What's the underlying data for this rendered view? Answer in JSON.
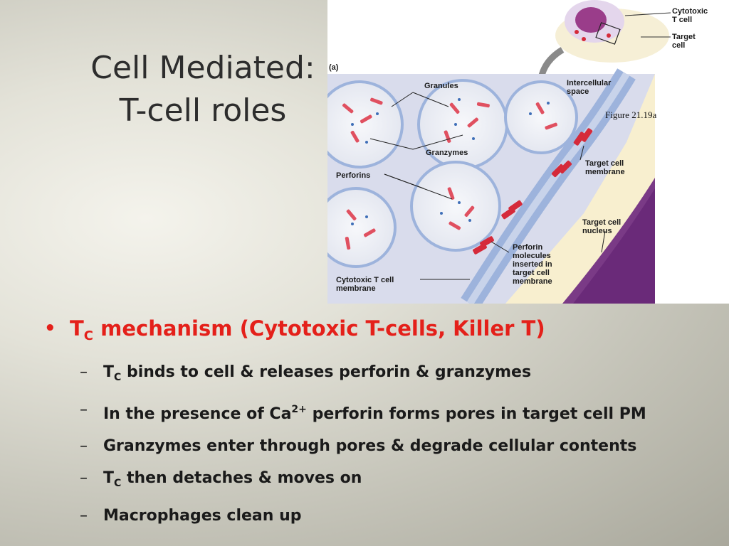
{
  "slide": {
    "title_line1": "Cell Mediated:",
    "title_line2": "T-cell roles"
  },
  "figure": {
    "caption": "Figure 21.19a",
    "panel_label": "(a)",
    "labels": {
      "cytotoxic_t_cell": [
        "Cytotoxic",
        "T cell"
      ],
      "target_cell": [
        "Target",
        "cell"
      ],
      "granules": "Granules",
      "intercellular_space": [
        "Intercellular",
        "space"
      ],
      "granzymes": "Granzymes",
      "perforins": "Perforins",
      "target_cell_membrane": [
        "Target cell",
        "membrane"
      ],
      "target_cell_nucleus": [
        "Target cell",
        "nucleus"
      ],
      "perforin_inserted": [
        "Perforin",
        "molecules",
        "inserted in",
        "target cell",
        "membrane"
      ],
      "cytotoxic_t_cell_membrane": [
        "Cytotoxic T cell",
        "membrane"
      ]
    },
    "colors": {
      "t_cell_cytoplasm": "#d9dcec",
      "granule_fill": "#eef0f6",
      "membrane_blue": "#8ea6d2",
      "perforin_red": "#d52a3a",
      "target_cell_fill": "#f8efcf",
      "nucleus_purple": "#7a3a86"
    }
  },
  "content": {
    "main_bullet": {
      "prefix": "T",
      "subscript": "C",
      "text": " mechanism (Cytotoxic T-cells, Killer T)"
    },
    "sub_bullets": [
      {
        "prefix": "T",
        "subscript": "C",
        "text": " binds to cell & releases perforin & granzymes"
      },
      {
        "text_before": "In the presence of Ca",
        "superscript": "2+",
        "text_after": " perforin forms pores in target cell PM"
      },
      {
        "text": "Granzymes enter through pores & degrade cellular contents"
      },
      {
        "prefix": "T",
        "subscript": "C",
        "text": " then detaches & moves on"
      },
      {
        "text": "Macrophages clean up"
      }
    ],
    "bullet_symbol": "•",
    "dash_symbol": "–"
  }
}
